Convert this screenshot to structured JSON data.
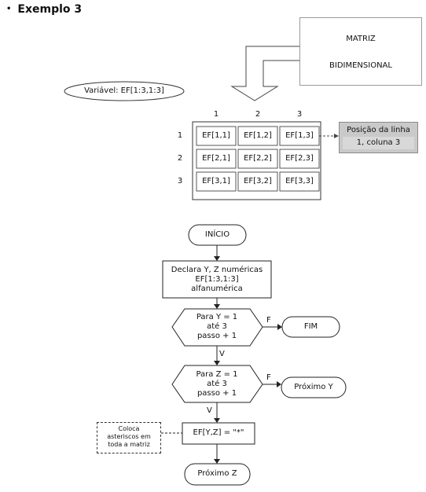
{
  "heading": {
    "bullet": "•",
    "title": "Exemplo 3"
  },
  "matrix_box": {
    "line1": "MATRIZ",
    "line2": "BIDIMENSIONAL"
  },
  "variable_label": "Variável: EF[1:3,1:3]",
  "grid": {
    "col_headers": [
      "1",
      "2",
      "3"
    ],
    "row_headers": [
      "1",
      "2",
      "3"
    ],
    "cells": [
      [
        "EF[1,1]",
        "EF[1,2]",
        "EF[1,3]"
      ],
      [
        "EF[2,1]",
        "EF[2,2]",
        "EF[2,3]"
      ],
      [
        "EF[3,1]",
        "EF[3,2]",
        "EF[3,3]"
      ]
    ]
  },
  "position_note": {
    "line1": "Posição da linha",
    "line2": "1, coluna 3"
  },
  "flowchart": {
    "start": "INÍCIO",
    "declare": {
      "line1": "Declara Y, Z numéricas",
      "line2": "EF[1:3,1:3]",
      "line3": "alfanumérica"
    },
    "loop_y": {
      "line1": "Para Y = 1",
      "line2": "até  3",
      "line3": "passo + 1"
    },
    "loop_z": {
      "line1": "Para Z = 1",
      "line2": "até  3",
      "line3": "passo + 1"
    },
    "end": "FIM",
    "next_y": "Próximo Y",
    "assign": "EF[Y,Z] = \"*\"",
    "next_z": "Próximo Z",
    "false_label": "F",
    "true_label": "V",
    "comment": {
      "line1": "Coloca",
      "line2": "asteriscos em",
      "line3": "toda a matriz"
    }
  }
}
